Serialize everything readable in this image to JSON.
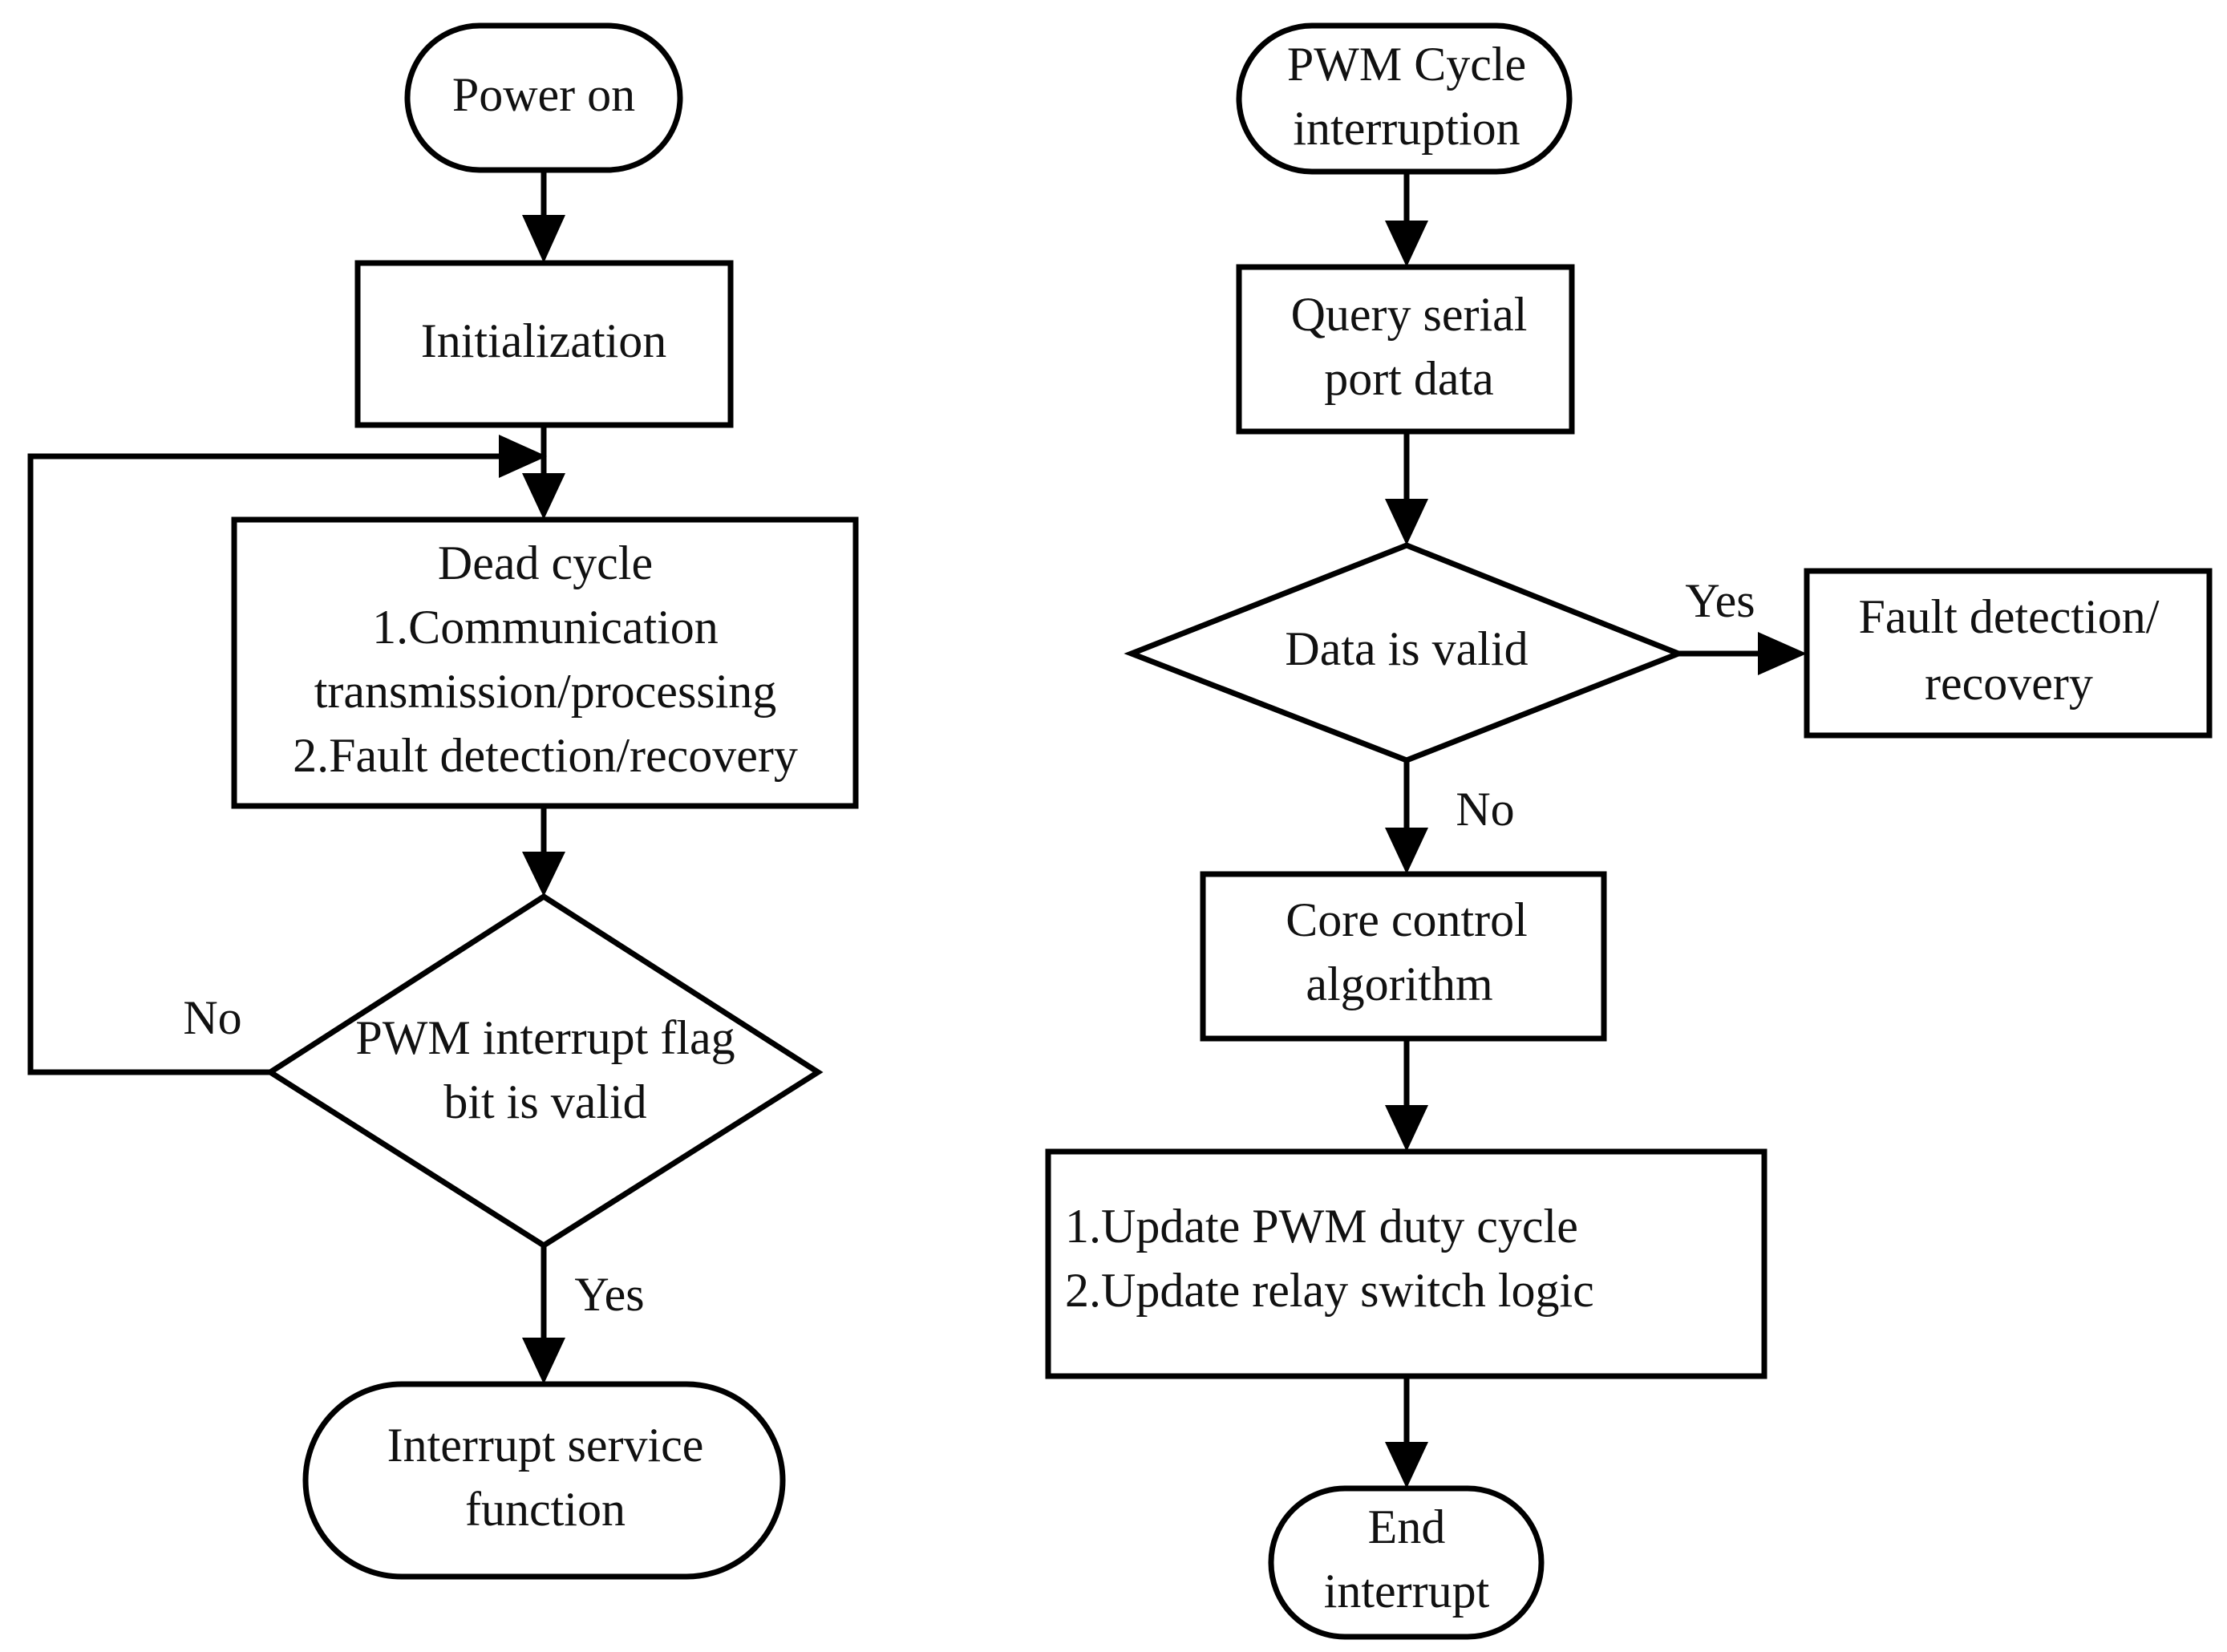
{
  "left_flow": {
    "start": "Power on",
    "init": "Initialization",
    "dead_cycle": {
      "line1": "Dead cycle",
      "line2": "1.Communication",
      "line3": "transmission/processing",
      "line4": "2.Fault detection/recovery"
    },
    "decision": {
      "line1": "PWM interrupt flag",
      "line2": "bit is valid"
    },
    "no_label": "No",
    "yes_label": "Yes",
    "end": {
      "line1": "Interrupt service",
      "line2": "function"
    }
  },
  "right_flow": {
    "start": {
      "line1": "PWM Cycle",
      "line2": "interruption"
    },
    "query": {
      "line1": "Query serial",
      "line2": "port data"
    },
    "decision": "Data is valid",
    "yes_label": "Yes",
    "no_label": "No",
    "fault": {
      "line1": "Fault detection/",
      "line2": "recovery"
    },
    "core": {
      "line1": "Core control",
      "line2": "algorithm"
    },
    "update": {
      "line1": "1.Update PWM duty cycle",
      "line2": "2.Update relay switch logic"
    },
    "end": {
      "line1": "End",
      "line2": "interrupt"
    }
  }
}
